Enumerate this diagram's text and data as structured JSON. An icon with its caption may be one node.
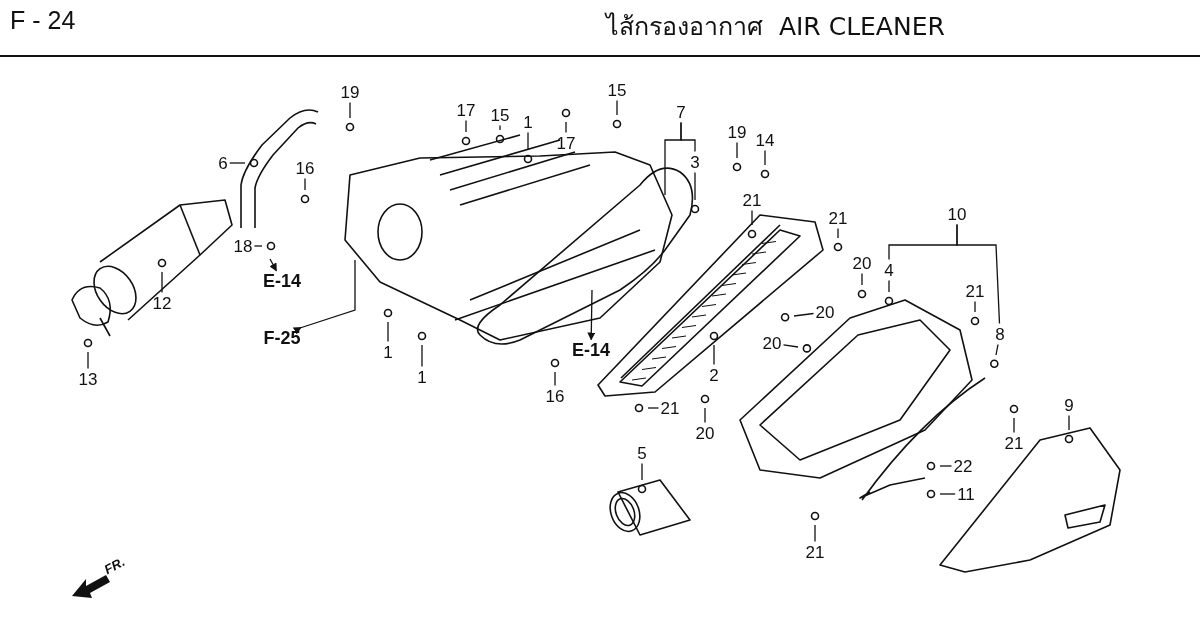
{
  "diagram": {
    "title": "ไส้กรองอากาศ  AIR CLEANER",
    "nodes": [
      {
        "text": [
          "19"
        ]
      },
      {
        "text": [
          "6"
        ]
      },
      {
        "text": [
          "16"
        ]
      },
      {
        "text": [
          "17"
        ]
      },
      {
        "text": [
          "15"
        ]
      },
      {
        "text": [
          "1"
        ]
      },
      {
        "text": [
          "17"
        ]
      },
      {
        "text": [
          "15"
        ]
      },
      {
        "text": [
          "7"
        ]
      },
      {
        "text": [
          "3"
        ]
      },
      {
        "text": [
          "19"
        ]
      },
      {
        "text": [
          "14"
        ]
      },
      {
        "text": [
          "21"
        ]
      },
      {
        "text": [
          "18"
        ]
      },
      {
        "text": [
          "E-14"
        ]
      },
      {
        "text": [
          "12"
        ]
      },
      {
        "text": [
          "21"
        ]
      },
      {
        "text": [
          "10"
        ]
      },
      {
        "text": [
          "20"
        ]
      },
      {
        "text": [
          "4"
        ]
      },
      {
        "text": [
          "21"
        ]
      },
      {
        "text": [
          "8"
        ]
      },
      {
        "text": [
          "F-25"
        ]
      },
      {
        "text": [
          "E-14"
        ]
      },
      {
        "text": [
          "20"
        ]
      },
      {
        "text": [
          "20"
        ]
      },
      {
        "text": [
          "13"
        ]
      },
      {
        "text": [
          "1"
        ]
      },
      {
        "text": [
          "1"
        ]
      },
      {
        "text": [
          "2"
        ]
      },
      {
        "text": [
          "16"
        ]
      },
      {
        "text": [
          "21"
        ]
      },
      {
        "text": [
          "20"
        ]
      },
      {
        "text": [
          "9"
        ]
      },
      {
        "text": [
          "21"
        ]
      },
      {
        "text": [
          "5"
        ]
      },
      {
        "text": [
          "22"
        ]
      },
      {
        "text": [
          "11"
        ]
      },
      {
        "text": [
          "21"
        ]
      }
    ],
    "edges": [
      {
        "from": 0,
        "to": null,
        "arrow": "none"
      },
      {
        "from": 1,
        "to": null,
        "arrow": "none"
      },
      {
        "from": 2,
        "to": null,
        "arrow": "none"
      },
      {
        "from": 3,
        "to": null,
        "arrow": "none"
      },
      {
        "from": 4,
        "to": null,
        "arrow": "none"
      },
      {
        "from": 5,
        "to": null,
        "arrow": "none"
      },
      {
        "from": 6,
        "to": null,
        "arrow": "none"
      },
      {
        "from": 7,
        "to": null,
        "arrow": "none"
      },
      {
        "from": 8,
        "to": null,
        "arrow": "none"
      },
      {
        "from": 8,
        "to": 9,
        "arrow": "none"
      },
      {
        "from": 9,
        "to": null,
        "arrow": "none"
      },
      {
        "from": 10,
        "to": null,
        "arrow": "none"
      },
      {
        "from": 11,
        "to": null,
        "arrow": "none"
      },
      {
        "from": 12,
        "to": null,
        "arrow": "none"
      },
      {
        "from": 13,
        "to": null,
        "arrow": "none"
      },
      {
        "from": null,
        "to": 14,
        "arrow": "to"
      },
      {
        "from": 15,
        "to": null,
        "arrow": "none"
      },
      {
        "from": 16,
        "to": null,
        "arrow": "none"
      },
      {
        "from": 17,
        "to": 19,
        "arrow": "none"
      },
      {
        "from": 17,
        "to": 21,
        "arrow": "none"
      },
      {
        "from": 18,
        "to": null,
        "arrow": "none"
      },
      {
        "from": 19,
        "to": null,
        "arrow": "none"
      },
      {
        "from": 20,
        "to": null,
        "arrow": "none"
      },
      {
        "from": 21,
        "to": null,
        "arrow": "none"
      },
      {
        "from": null,
        "to": 22,
        "arrow": "to"
      },
      {
        "from": null,
        "to": 23,
        "arrow": "to"
      },
      {
        "from": 24,
        "to": null,
        "arrow": "none"
      },
      {
        "from": 25,
        "to": null,
        "arrow": "none"
      },
      {
        "from": 26,
        "to": null,
        "arrow": "none"
      },
      {
        "from": 27,
        "to": null,
        "arrow": "none"
      },
      {
        "from": 28,
        "to": null,
        "arrow": "none"
      },
      {
        "from": 29,
        "to": null,
        "arrow": "none"
      },
      {
        "from": 30,
        "to": null,
        "arrow": "none"
      },
      {
        "from": 31,
        "to": null,
        "arrow": "none"
      },
      {
        "from": 32,
        "to": null,
        "arrow": "none"
      },
      {
        "from": 33,
        "to": null,
        "arrow": "none"
      },
      {
        "from": 34,
        "to": null,
        "arrow": "none"
      },
      {
        "from": 35,
        "to": null,
        "arrow": "none"
      },
      {
        "from": 36,
        "to": null,
        "arrow": "none"
      },
      {
        "from": 37,
        "to": null,
        "arrow": "none"
      },
      {
        "from": 38,
        "to": null,
        "arrow": "none"
      }
    ],
    "labels": [
      "F - 24",
      "FR."
    ]
  }
}
